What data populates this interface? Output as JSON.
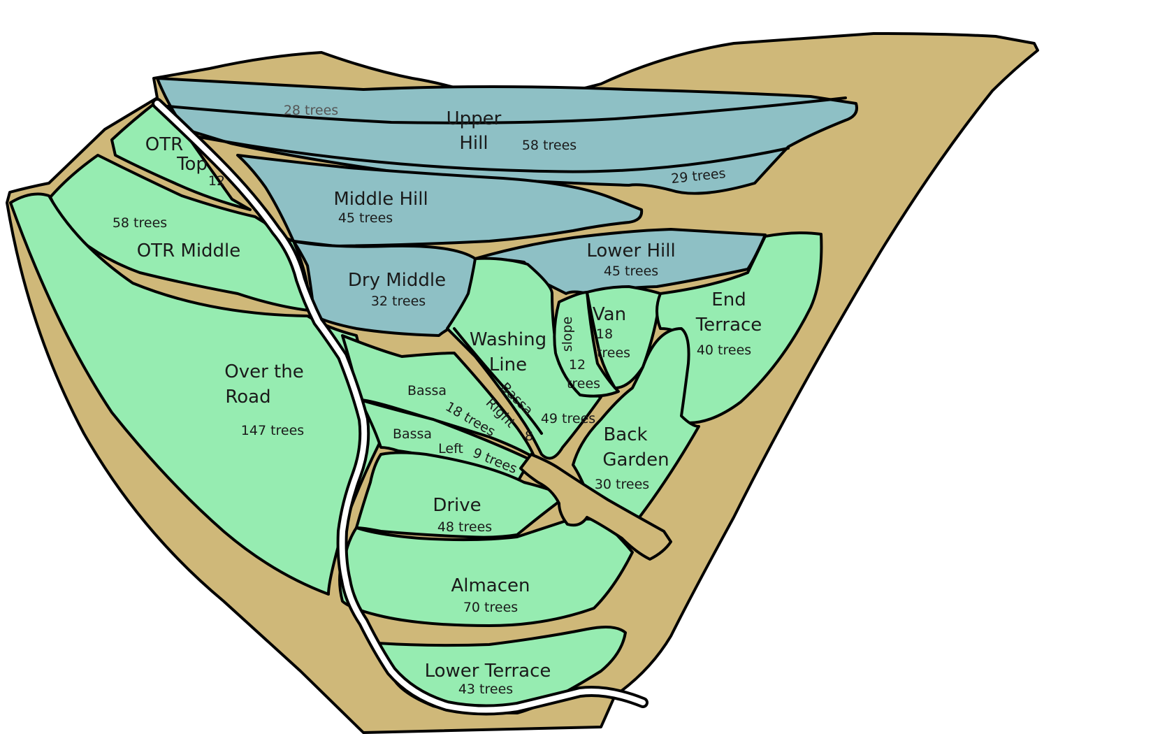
{
  "colors": {
    "ground": "#CFB879",
    "hill_zone": "#8EC0C5",
    "terrace_zone": "#96ECB1",
    "road": "#FFFFFF",
    "outline": "#000000"
  },
  "zones": [
    {
      "id": "upper-hill",
      "type": "hill",
      "name_lines": [
        "Upper",
        "Hill"
      ],
      "trees": "58 trees",
      "extra_labels": [
        "28 trees",
        "29 trees"
      ]
    },
    {
      "id": "middle-hill",
      "type": "hill",
      "name_lines": [
        "Middle Hill"
      ],
      "trees": "45 trees"
    },
    {
      "id": "lower-hill",
      "type": "hill",
      "name_lines": [
        "Lower Hill"
      ],
      "trees": "45 trees"
    },
    {
      "id": "dry-middle",
      "type": "hill",
      "name_lines": [
        "Dry Middle"
      ],
      "trees": "32 trees"
    },
    {
      "id": "otr-top",
      "type": "terrace",
      "name_lines": [
        "OTR",
        "Top"
      ],
      "trees": "12"
    },
    {
      "id": "otr-middle",
      "type": "terrace",
      "name_lines": [
        "OTR Middle"
      ],
      "trees": "58 trees"
    },
    {
      "id": "over-the-road",
      "type": "terrace",
      "name_lines": [
        "Over the",
        "Road"
      ],
      "trees": "147 trees"
    },
    {
      "id": "washing-line",
      "type": "terrace",
      "name_lines": [
        "Washing",
        "Line"
      ],
      "trees": "49 trees"
    },
    {
      "id": "slope",
      "type": "terrace",
      "name_lines": [
        "slope"
      ],
      "trees_lines": [
        "12",
        "trees"
      ]
    },
    {
      "id": "van",
      "type": "terrace",
      "name_lines": [
        "Van"
      ],
      "trees_lines": [
        "18",
        "trees"
      ]
    },
    {
      "id": "end-terrace",
      "type": "terrace",
      "name_lines": [
        "End",
        "Terrace"
      ],
      "trees": "40 trees"
    },
    {
      "id": "bassa",
      "type": "terrace",
      "name_lines": [
        "Bassa"
      ],
      "trees": "18 trees"
    },
    {
      "id": "bassa-right",
      "type": "terrace",
      "name_lines": [
        "Bassa",
        "Right"
      ],
      "trees": "8"
    },
    {
      "id": "bassa-left",
      "type": "terrace",
      "name_lines": [
        "Bassa",
        "Left"
      ],
      "trees": "9 trees"
    },
    {
      "id": "back-garden",
      "type": "terrace",
      "name_lines": [
        "Back",
        "Garden"
      ],
      "trees": "30 trees"
    },
    {
      "id": "drive",
      "type": "terrace",
      "name_lines": [
        "Drive"
      ],
      "trees": "48 trees"
    },
    {
      "id": "almacen",
      "type": "terrace",
      "name_lines": [
        "Almacen"
      ],
      "trees": "70 trees"
    },
    {
      "id": "lower-terrace",
      "type": "terrace",
      "name_lines": [
        "Lower Terrace"
      ],
      "trees": "43 trees"
    }
  ]
}
